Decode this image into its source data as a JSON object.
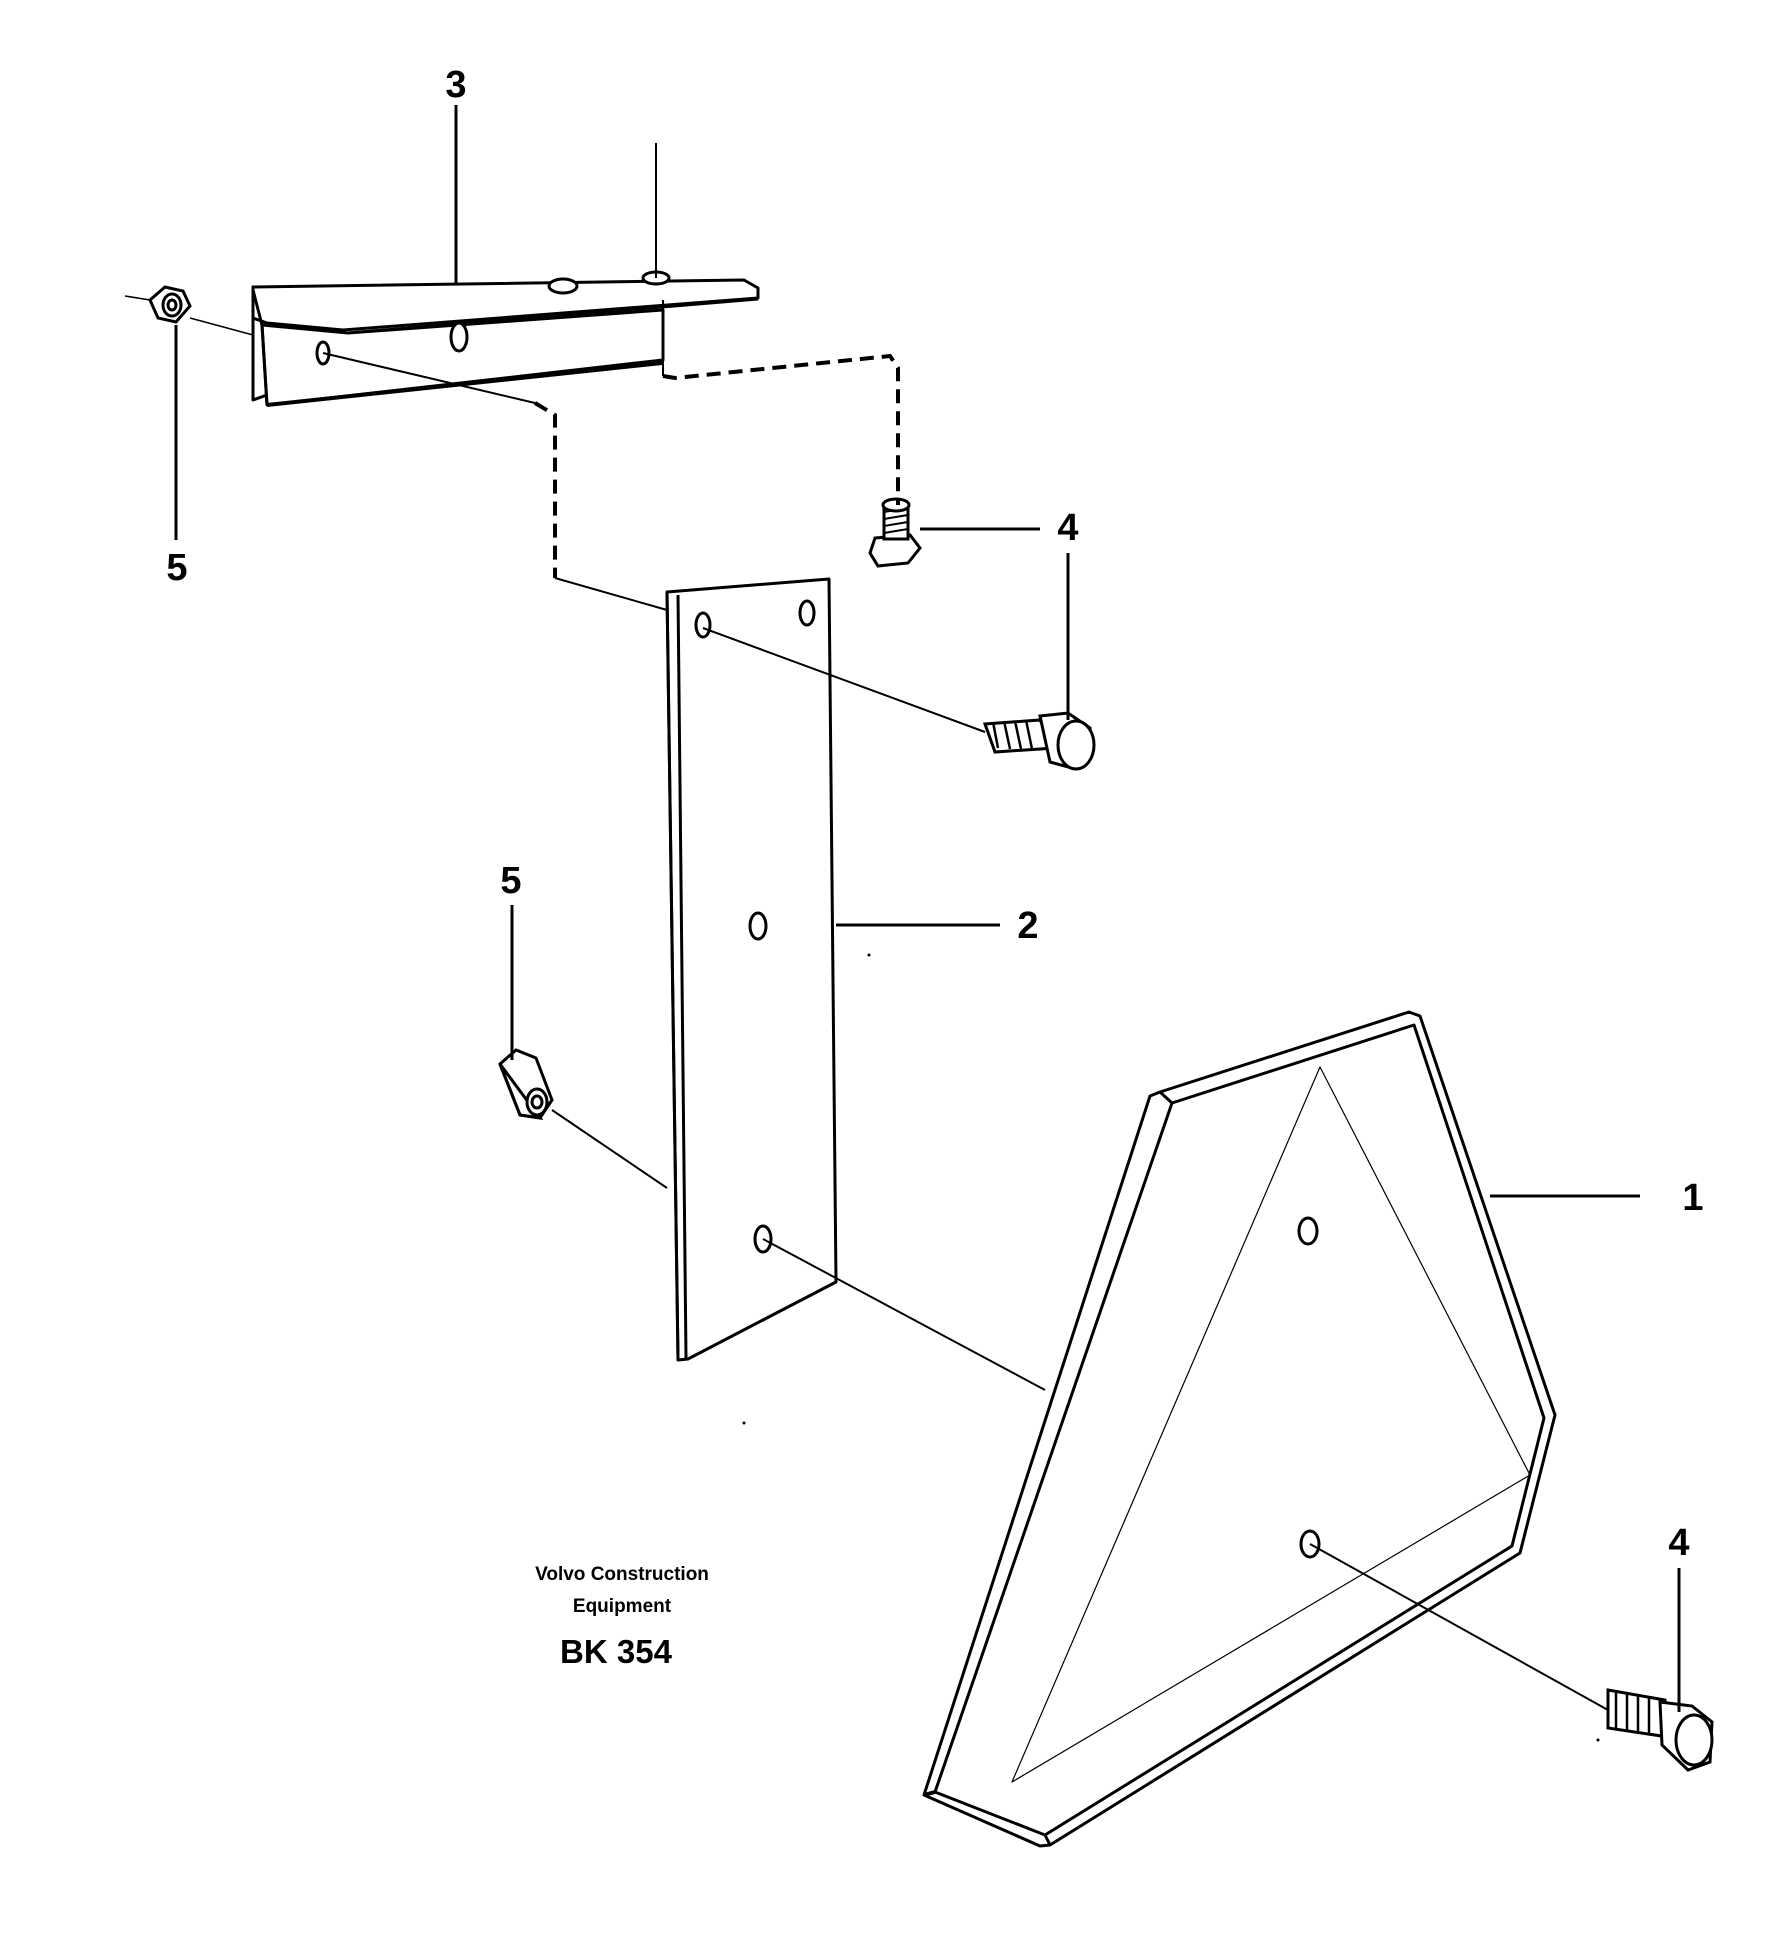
{
  "callouts": {
    "c1": "1",
    "c2": "2",
    "c3": "3",
    "c4_top": "4",
    "c4_bottom": "4",
    "c5_left": "5",
    "c5_mid": "5"
  },
  "caption": {
    "line1": "Volvo Construction",
    "line2": "Equipment",
    "code": "BK 354"
  }
}
